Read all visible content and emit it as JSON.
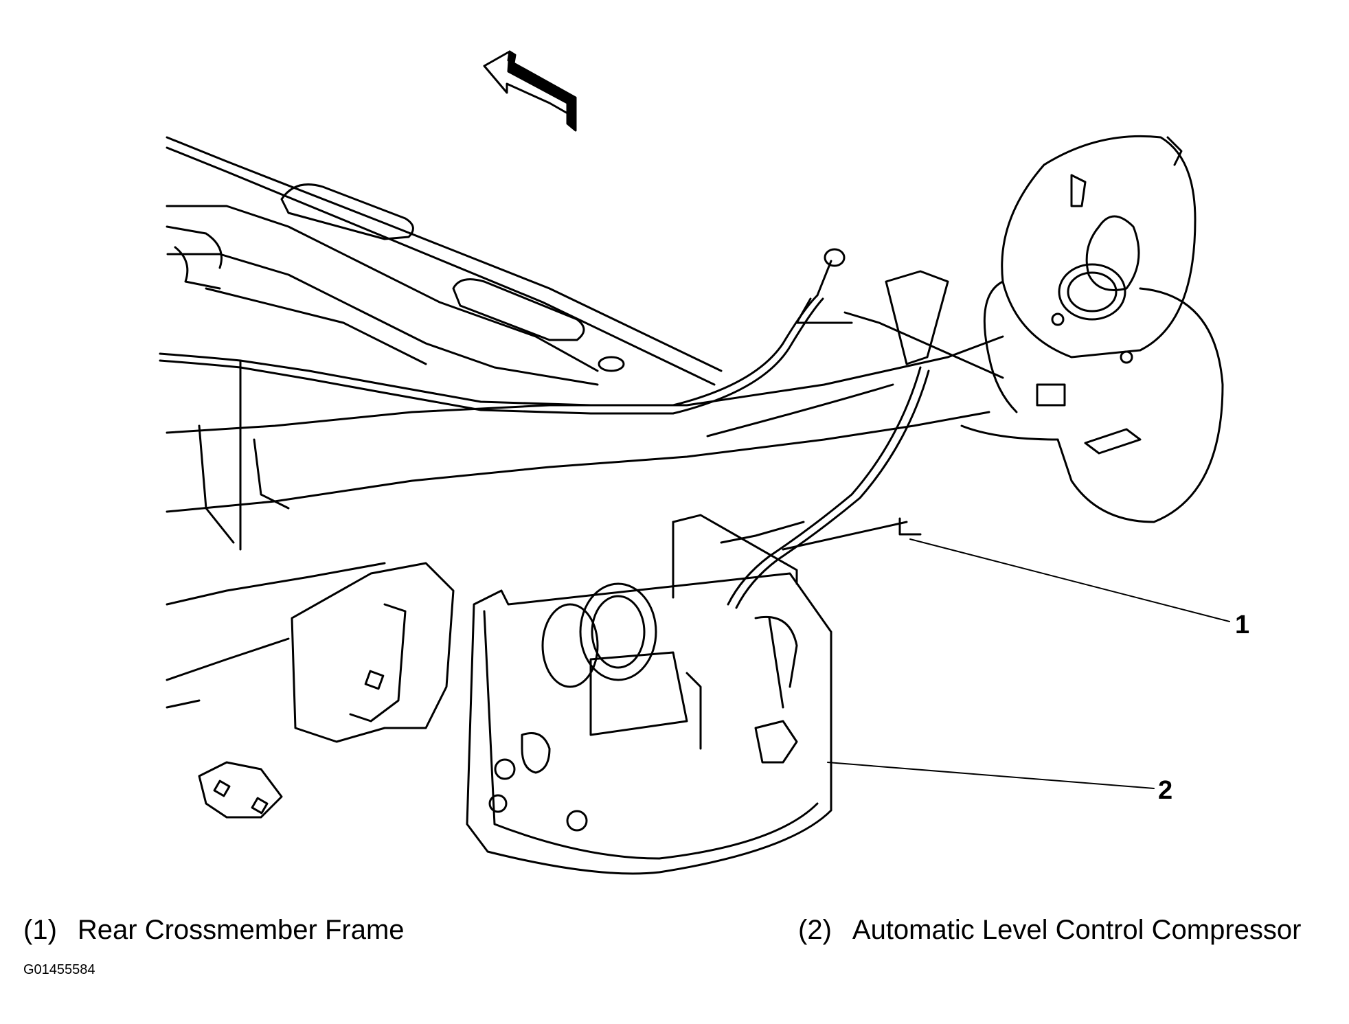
{
  "callouts": [
    {
      "number": "1",
      "label": "Rear Crossmember Frame",
      "caption_number": "(1)"
    },
    {
      "number": "2",
      "label": "Automatic Level Control Compressor",
      "caption_number": "(2)"
    }
  ],
  "figure_id": "G01455584",
  "icons": [
    "direction-arrow-icon"
  ],
  "colors": {
    "line": "#000000",
    "background": "#ffffff"
  }
}
